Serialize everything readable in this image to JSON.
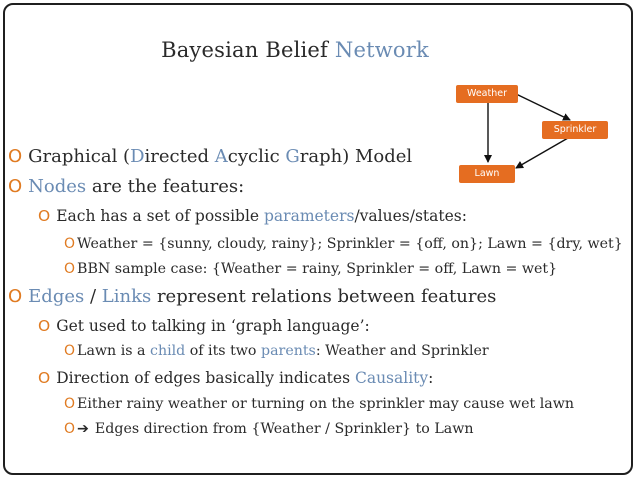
{
  "title": {
    "part1": "Bayesian Belief ",
    "part2": "Network"
  },
  "bullet": "O",
  "arrow_glyph": "➔",
  "colors": {
    "accent": "#6a8bb3",
    "bullet": "#e07b22",
    "node": "#e56d21",
    "text": "#2a2a2a"
  },
  "graph": {
    "nodes": {
      "weather": "Weather",
      "sprinkler": "Sprinkler",
      "lawn": "Lawn"
    }
  },
  "lines": {
    "l1": {
      "a": "Graphical (",
      "b": "D",
      "c": "irected ",
      "d": "A",
      "e": "cyclic ",
      "f": "G",
      "g": "raph) Model"
    },
    "l2": {
      "a": "Nodes",
      "b": " are the features:"
    },
    "l3": {
      "a": "Each has a set of possible ",
      "b": "parameters",
      "c": "/values/states:"
    },
    "l4": "Weather = {sunny, cloudy, rainy}; Sprinkler = {off, on}; Lawn = {dry, wet}",
    "l5": "BBN sample case: {Weather = rainy, Sprinkler = off, Lawn = wet}",
    "l6": {
      "a": "Edges",
      "b": " / ",
      "c": "Links",
      "d": " represent relations between features"
    },
    "l7": "Get used to talking in ‘graph language’:",
    "l8": {
      "a": "Lawn is a ",
      "b": "child",
      "c": " of its two ",
      "d": "parents",
      "e": ": Weather and Sprinkler"
    },
    "l9": {
      "a": "Direction of edges basically indicates ",
      "b": "Causality",
      "c": ":"
    },
    "l10": "Either rainy weather or turning on the sprinkler may cause wet lawn",
    "l11": "Edges direction from {Weather / Sprinkler} to Lawn"
  }
}
